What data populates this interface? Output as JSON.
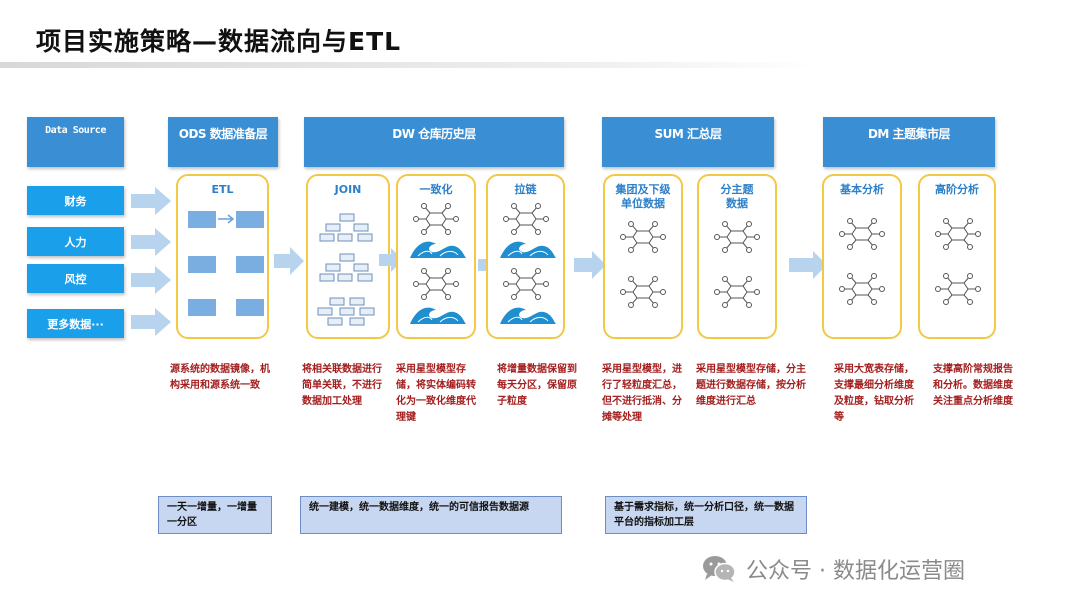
{
  "title": "项目实施策略—数据流向与ETL",
  "headers": {
    "data_source": "Data Source",
    "ods": "ODS 数据准备层",
    "dw": "DW 仓库历史层",
    "sum": "SUM 汇总层",
    "dm": "DM 主题集市层"
  },
  "sources": [
    "财务",
    "人力",
    "风控",
    "更多数据···"
  ],
  "panels": {
    "etl": "ETL",
    "join": "JOIN",
    "consistency": "一致化",
    "zipper": "拉链",
    "group_line1": "集团及下级",
    "group_line2": "单位数据",
    "topic_line1": "分主题",
    "topic_line2": "数据",
    "basic": "基本分析",
    "advanced": "高阶分析"
  },
  "descriptions": {
    "ods": "源系统的数据镜像，机构采用和源系统一致",
    "join": "将相关联数据进行简单关联，不进行数据加工处理",
    "consistency": "采用星型模型存储，将实体编码转化为一致化维度代理键",
    "zipper": "将增量数据保留到每天分区，保留原子粒度",
    "sum_group": "采用星型模型，进行了轻粒度汇总，但不进行抵消、分摊等处理",
    "sum_topic": "采用星型模型存储，分主题进行数据存储，按分析维度进行汇总",
    "dm_basic": "采用大宽表存储，支撑最细分析维度及粒度，钻取分析等",
    "dm_advanced": "支撑高阶常规报告和分析。数据维度关注重点分析维度"
  },
  "notes": {
    "ods": "一天一增量，一增量一分区",
    "dw": "统一建模，统一数据维度，统一的可信报告数据源",
    "sum": "基于需求指标，统一分析口径，统一数据平台的指标加工层"
  },
  "watermark": "公众号 · 数据化运营圈",
  "colors": {
    "header_blue": "#3a8fd4",
    "source_blue": "#1aa0ea",
    "panel_border": "#f3c844",
    "label_blue": "#2c7fc9",
    "desc_red": "#a31f1f",
    "note_fill": "#c7d7f1",
    "arrow_fill": "#b7d3ee"
  }
}
